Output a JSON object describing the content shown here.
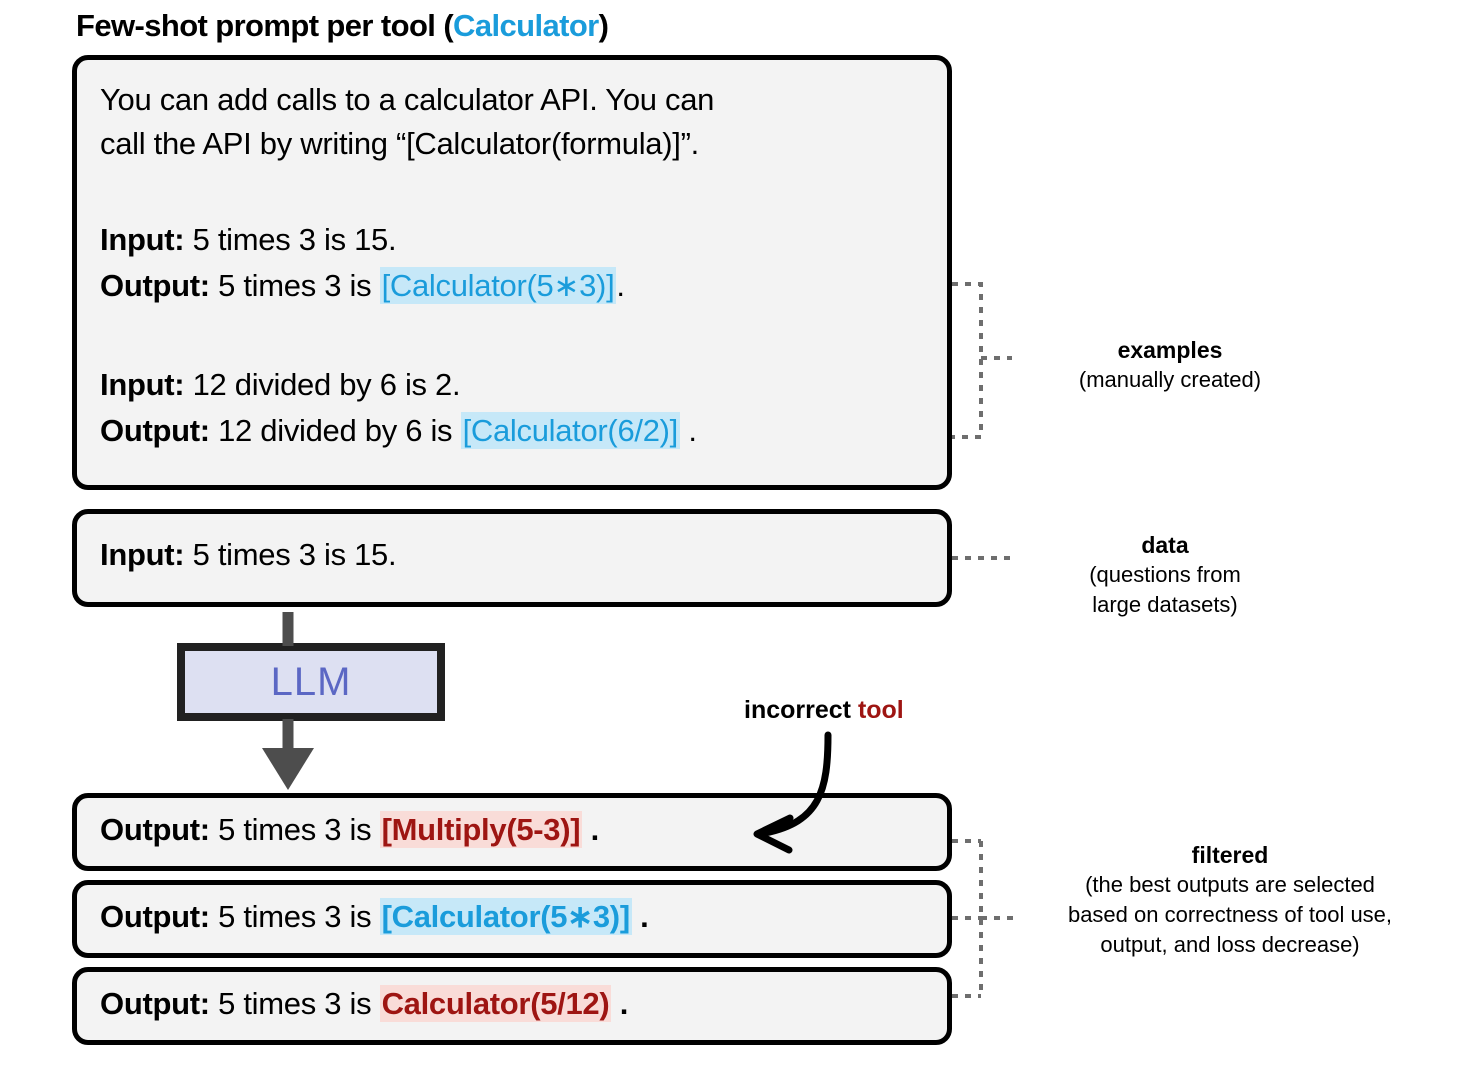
{
  "title": {
    "main": "Few-shot prompt per tool",
    "open_paren": "(",
    "tool": "Calculator",
    "close_paren": ")"
  },
  "prompt_box": {
    "instruction_line_1": "You can add calls to a calculator API. You can",
    "instruction_line_2": "call the API by writing “[Calculator(formula)]”.",
    "examples": [
      {
        "input_label": "Input:",
        "input_text": " 5 times 3 is 15.",
        "output_label": "Output:",
        "output_prefix": " 5 times 3 is ",
        "output_call": "[Calculator(5∗3)]",
        "output_suffix": "."
      },
      {
        "input_label": "Input:",
        "input_text": " 12 divided by 6 is 2.",
        "output_label": "Output:",
        "output_prefix": " 12 divided by 6 is ",
        "output_call": "[Calculator(6/2)]",
        "output_suffix": " ."
      }
    ]
  },
  "data_box": {
    "input_label": "Input:",
    "input_text": " 5 times 3 is 15."
  },
  "llm": {
    "label": "LLM"
  },
  "incorrect_label": {
    "word_black": "incorrect",
    "word_red": "tool"
  },
  "outputs": [
    {
      "label": "Output:",
      "prefix": " 5 times 3 is ",
      "call": "[Multiply(5-3)]",
      "suffix": " .",
      "call_style": "red"
    },
    {
      "label": "Output:",
      "prefix": " 5 times 3 is ",
      "call": "[Calculator(5∗3)]",
      "suffix": " .",
      "call_style": "blue"
    },
    {
      "label": "Output:",
      "prefix": " 5 times 3 is ",
      "call": "Calculator(5/12)",
      "suffix": " .",
      "call_style": "red"
    }
  ],
  "annotations": {
    "examples": {
      "heading": "examples",
      "body_line_1": "(manually created)"
    },
    "data": {
      "heading": "data",
      "body_line_1": "(questions from",
      "body_line_2": "large datasets)"
    },
    "filtered": {
      "heading": "filtered",
      "body_line_1": "(the best outputs are selected",
      "body_line_2": "based on correctness of tool use,",
      "body_line_3": "output, and loss decrease)"
    }
  },
  "colors": {
    "tool_blue": "#1a9cdb",
    "highlight_blue": "#c6e8f8",
    "error_red": "#9e1512",
    "highlight_red": "#f9dcd8",
    "llm_fill": "#dde0f2",
    "llm_text": "#5b67c4",
    "box_fill": "#f3f3f3",
    "box_border": "#000000",
    "arrow_gray": "#4d4d4d",
    "dotted_gray": "#6e6e6e"
  }
}
